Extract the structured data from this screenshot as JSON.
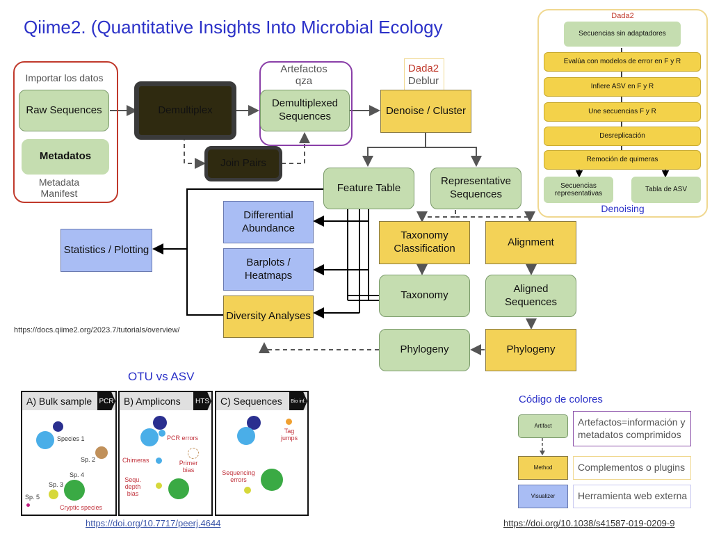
{
  "title": "Qiime2. (Quantitative Insights Into Microbial Ecology",
  "import": {
    "label": "Importar los datos",
    "raw": "Raw Sequences",
    "metadatos": "Metadatos",
    "manifest": "Metadata Manifest"
  },
  "nodes": {
    "demultiplex": "Demultiplex",
    "artefactos": "Artefactos qza",
    "demultiplexed": "Demultiplexed Sequences",
    "join_pairs": "Join Pairs",
    "dada2_tag": "Dada2",
    "deblur_tag": "Deblur",
    "denoise": "Denoise / Cluster",
    "feature_table": "Feature Table",
    "rep_seqs": "Representative Sequences",
    "diff_abund": "Differential Abundance",
    "barplots": "Barplots / Heatmaps",
    "stats": "Statistics / Plotting",
    "diversity": "Diversity Analyses",
    "tax_class": "Taxonomy Classification",
    "alignment": "Alignment",
    "taxonomy": "Taxonomy",
    "aligned": "Aligned Sequences",
    "phylogeny_green": "Phylogeny",
    "phylogeny_yellow": "Phylogeny"
  },
  "dada2_panel": {
    "title": "Dada2",
    "steps": [
      "Secuencias sin adaptadores",
      "Evalúa con modelos de error en F y R",
      "Infiere ASV en  F y R",
      "Une secuencias F y R",
      "Desreplicación",
      "Remoción de quimeras"
    ],
    "out_left": "Secuencias representativas",
    "out_right": "Tabla de ASV",
    "footer": "Denoising"
  },
  "source_url": "https://docs.qiime2.org/2023.7/tutorials/overview/",
  "otu": {
    "title": "OTU vs ASV",
    "panel_a": {
      "title": "A) Bulk sample",
      "tag": "PCR",
      "species": [
        "Species 1",
        "Sp. 2",
        "Sp. 3",
        "Sp. 4",
        "Sp. 5"
      ],
      "note": "Cryptic species"
    },
    "panel_b": {
      "title": "B) Amplicons",
      "tag": "HTS",
      "labels": [
        "PCR errors",
        "Chimeras",
        "Primer bias",
        "Sequ. depth bias"
      ]
    },
    "panel_c": {
      "title": "C) Sequences",
      "tag": "Bio inf.",
      "labels": [
        "Tag jumps",
        "Sequencing errors"
      ]
    },
    "link": "https://doi.org/10.7717/peerj.4644"
  },
  "legend": {
    "title": "Código de colores",
    "rows": [
      {
        "key": "Artifact",
        "desc": "Artefactos=información y metadatos comprimidos",
        "color": "#c5ddb0",
        "border": "#8a4fa8"
      },
      {
        "key": "Method",
        "desc": "Complementos o plugins",
        "color": "#f3d257",
        "border": "#f0d890"
      },
      {
        "key": "Visualizer",
        "desc": "Herramienta web externa",
        "color": "#a9bdf4",
        "border": "#c8c8f0"
      }
    ],
    "link": "https://doi.org/10.1038/s41587-019-0209-9"
  },
  "colors": {
    "artifact": "#c5ddb0",
    "method": "#f3d257",
    "visualizer": "#a9bdf4",
    "title": "#2b31c8",
    "import_border": "#c0392b",
    "qza_border": "#8a3fa8",
    "dada2_border": "#f0d890"
  }
}
